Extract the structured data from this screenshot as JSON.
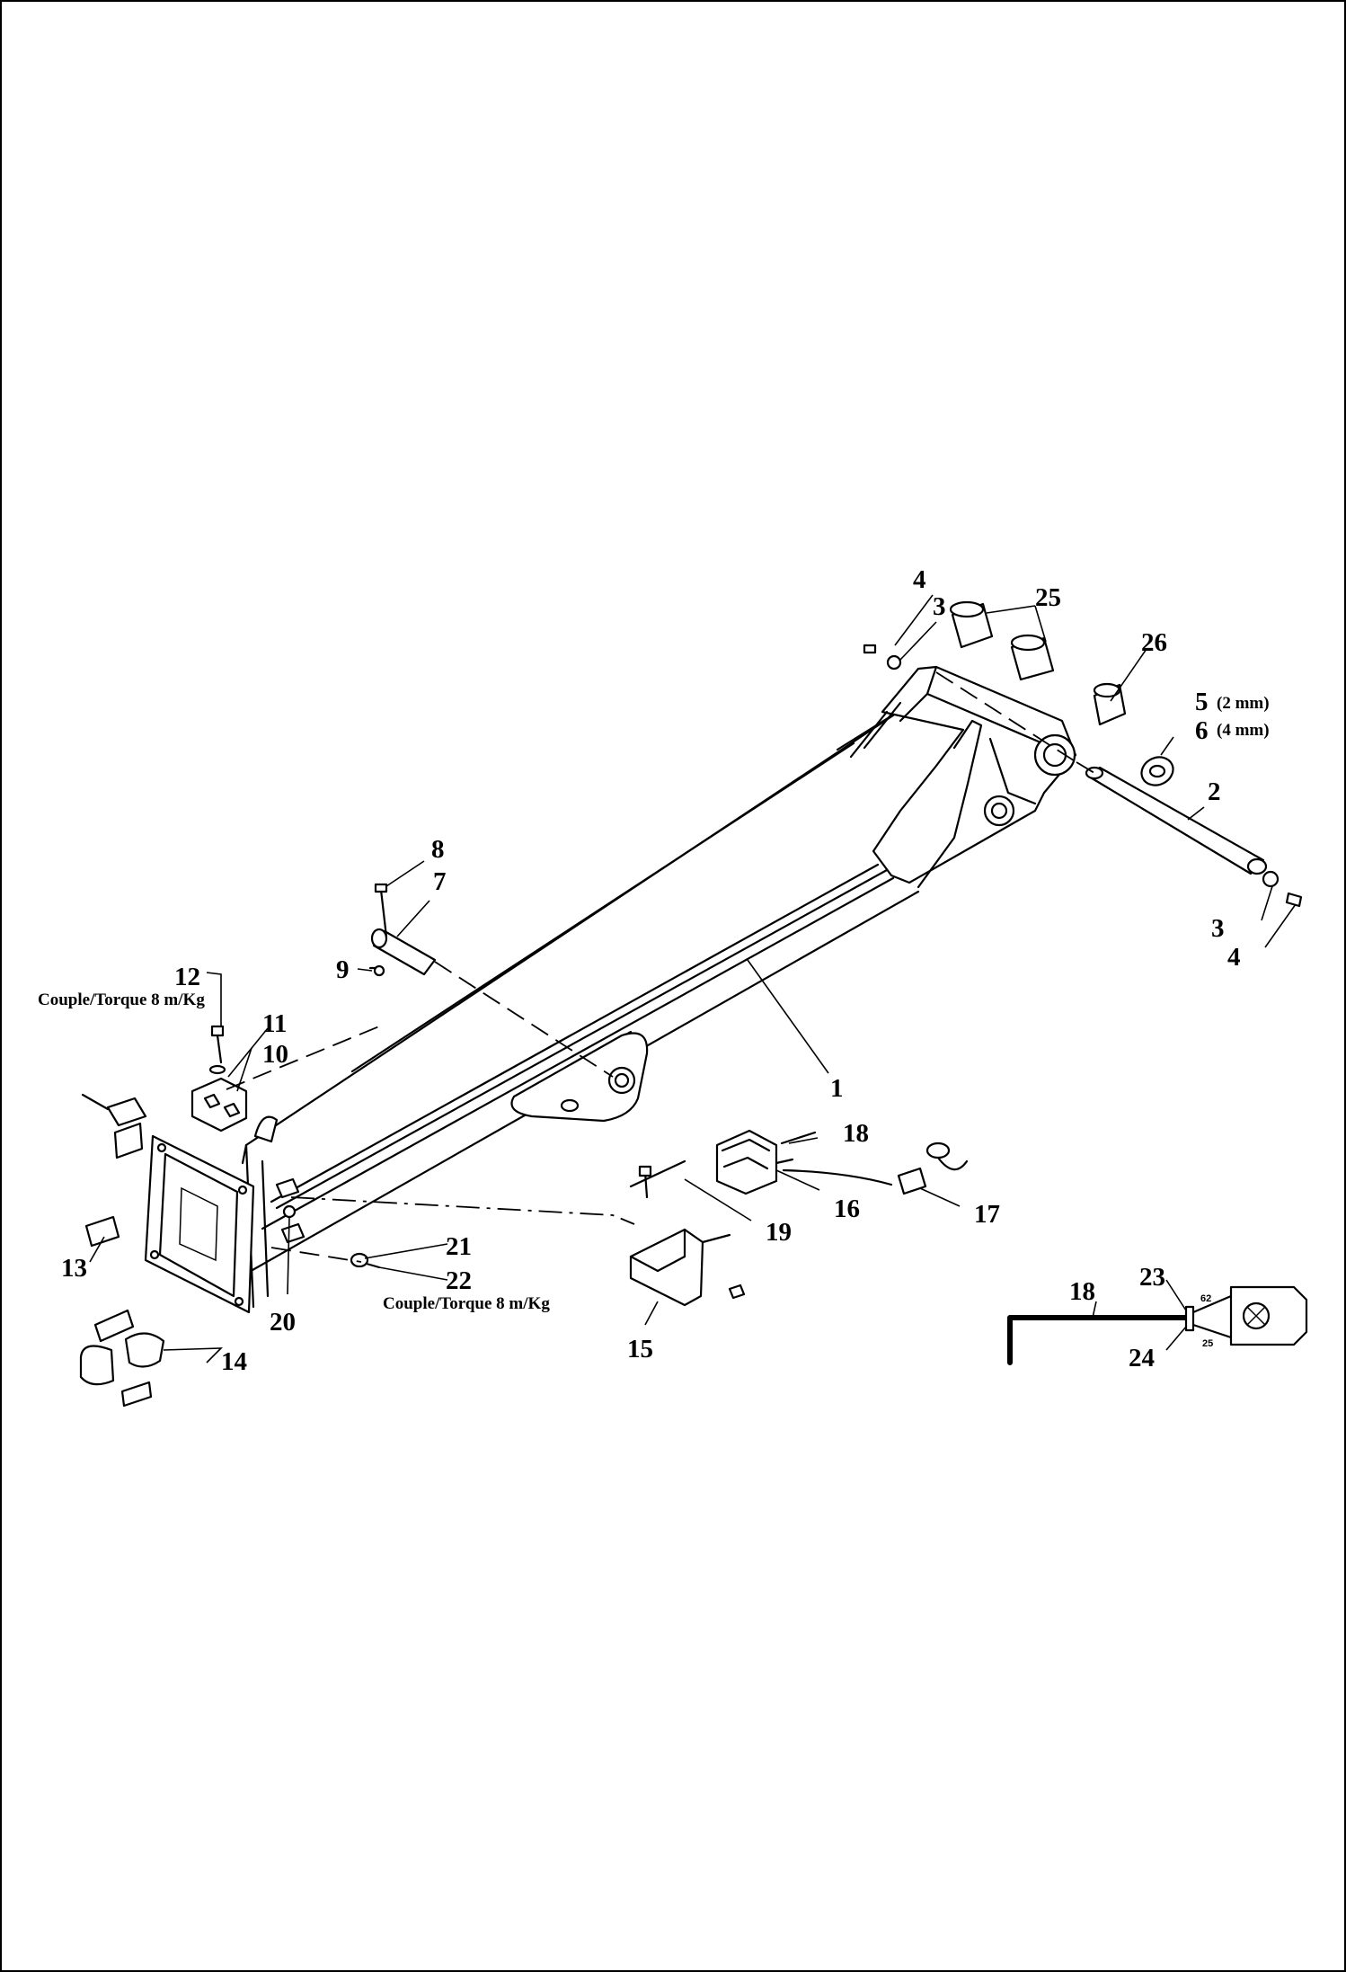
{
  "callouts": {
    "c1": "1",
    "c2": "2",
    "c3a": "3",
    "c3b": "3",
    "c4a": "4",
    "c4b": "4",
    "c5": "5",
    "c5_note": "(2 mm)",
    "c6": "6",
    "c6_note": "(4 mm)",
    "c7": "7",
    "c8": "8",
    "c9": "9",
    "c10": "10",
    "c11": "11",
    "c12": "12",
    "c13": "13",
    "c14": "14",
    "c15": "15",
    "c16": "16",
    "c17": "17",
    "c18a": "18",
    "c18b": "18",
    "c19": "19",
    "c20": "20",
    "c21": "21",
    "c22": "22",
    "c23": "23",
    "c24": "24",
    "c25": "25",
    "c26": "26"
  },
  "torque_notes": {
    "upper": "Couple/Torque 8 m/Kg",
    "lower": "Couple/Torque 8 m/Kg"
  },
  "lamp_terminals": {
    "t62": "62",
    "t25": "25"
  },
  "colors": {
    "ink": "#000000",
    "paper": "#ffffff"
  }
}
